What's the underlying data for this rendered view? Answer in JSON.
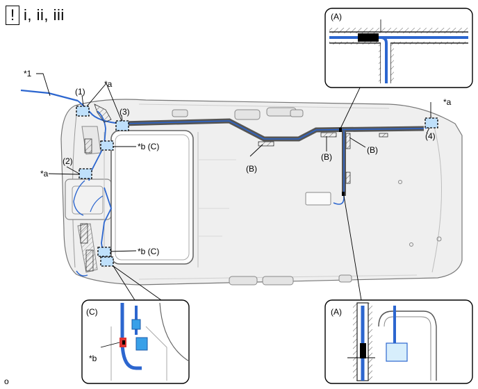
{
  "header": {
    "bang": "!",
    "steps": "i, ii, iii"
  },
  "labels": {
    "star1": "*1",
    "p1": "(1)",
    "p2": "(2)",
    "p3": "(3)",
    "p4": "(4)",
    "star_a_top": "*a",
    "star_a_left": "*a",
    "star_a_right": "*a",
    "star_b_c_upper": "*b (C)",
    "star_b_c_lower": "*b (C)",
    "b_left": "(B)",
    "b_mid": "(B)",
    "b_right": "(B)",
    "inset_a_top": "(A)",
    "inset_a_bottom": "(A)",
    "inset_c": "(C)",
    "inset_c_star_b": "*b"
  },
  "figure_code": "o",
  "colors": {
    "wire": "#2c66cf",
    "clip": "#39a0e8",
    "tape": "#000000",
    "body": "#eeeeee",
    "outline": "#777777"
  }
}
